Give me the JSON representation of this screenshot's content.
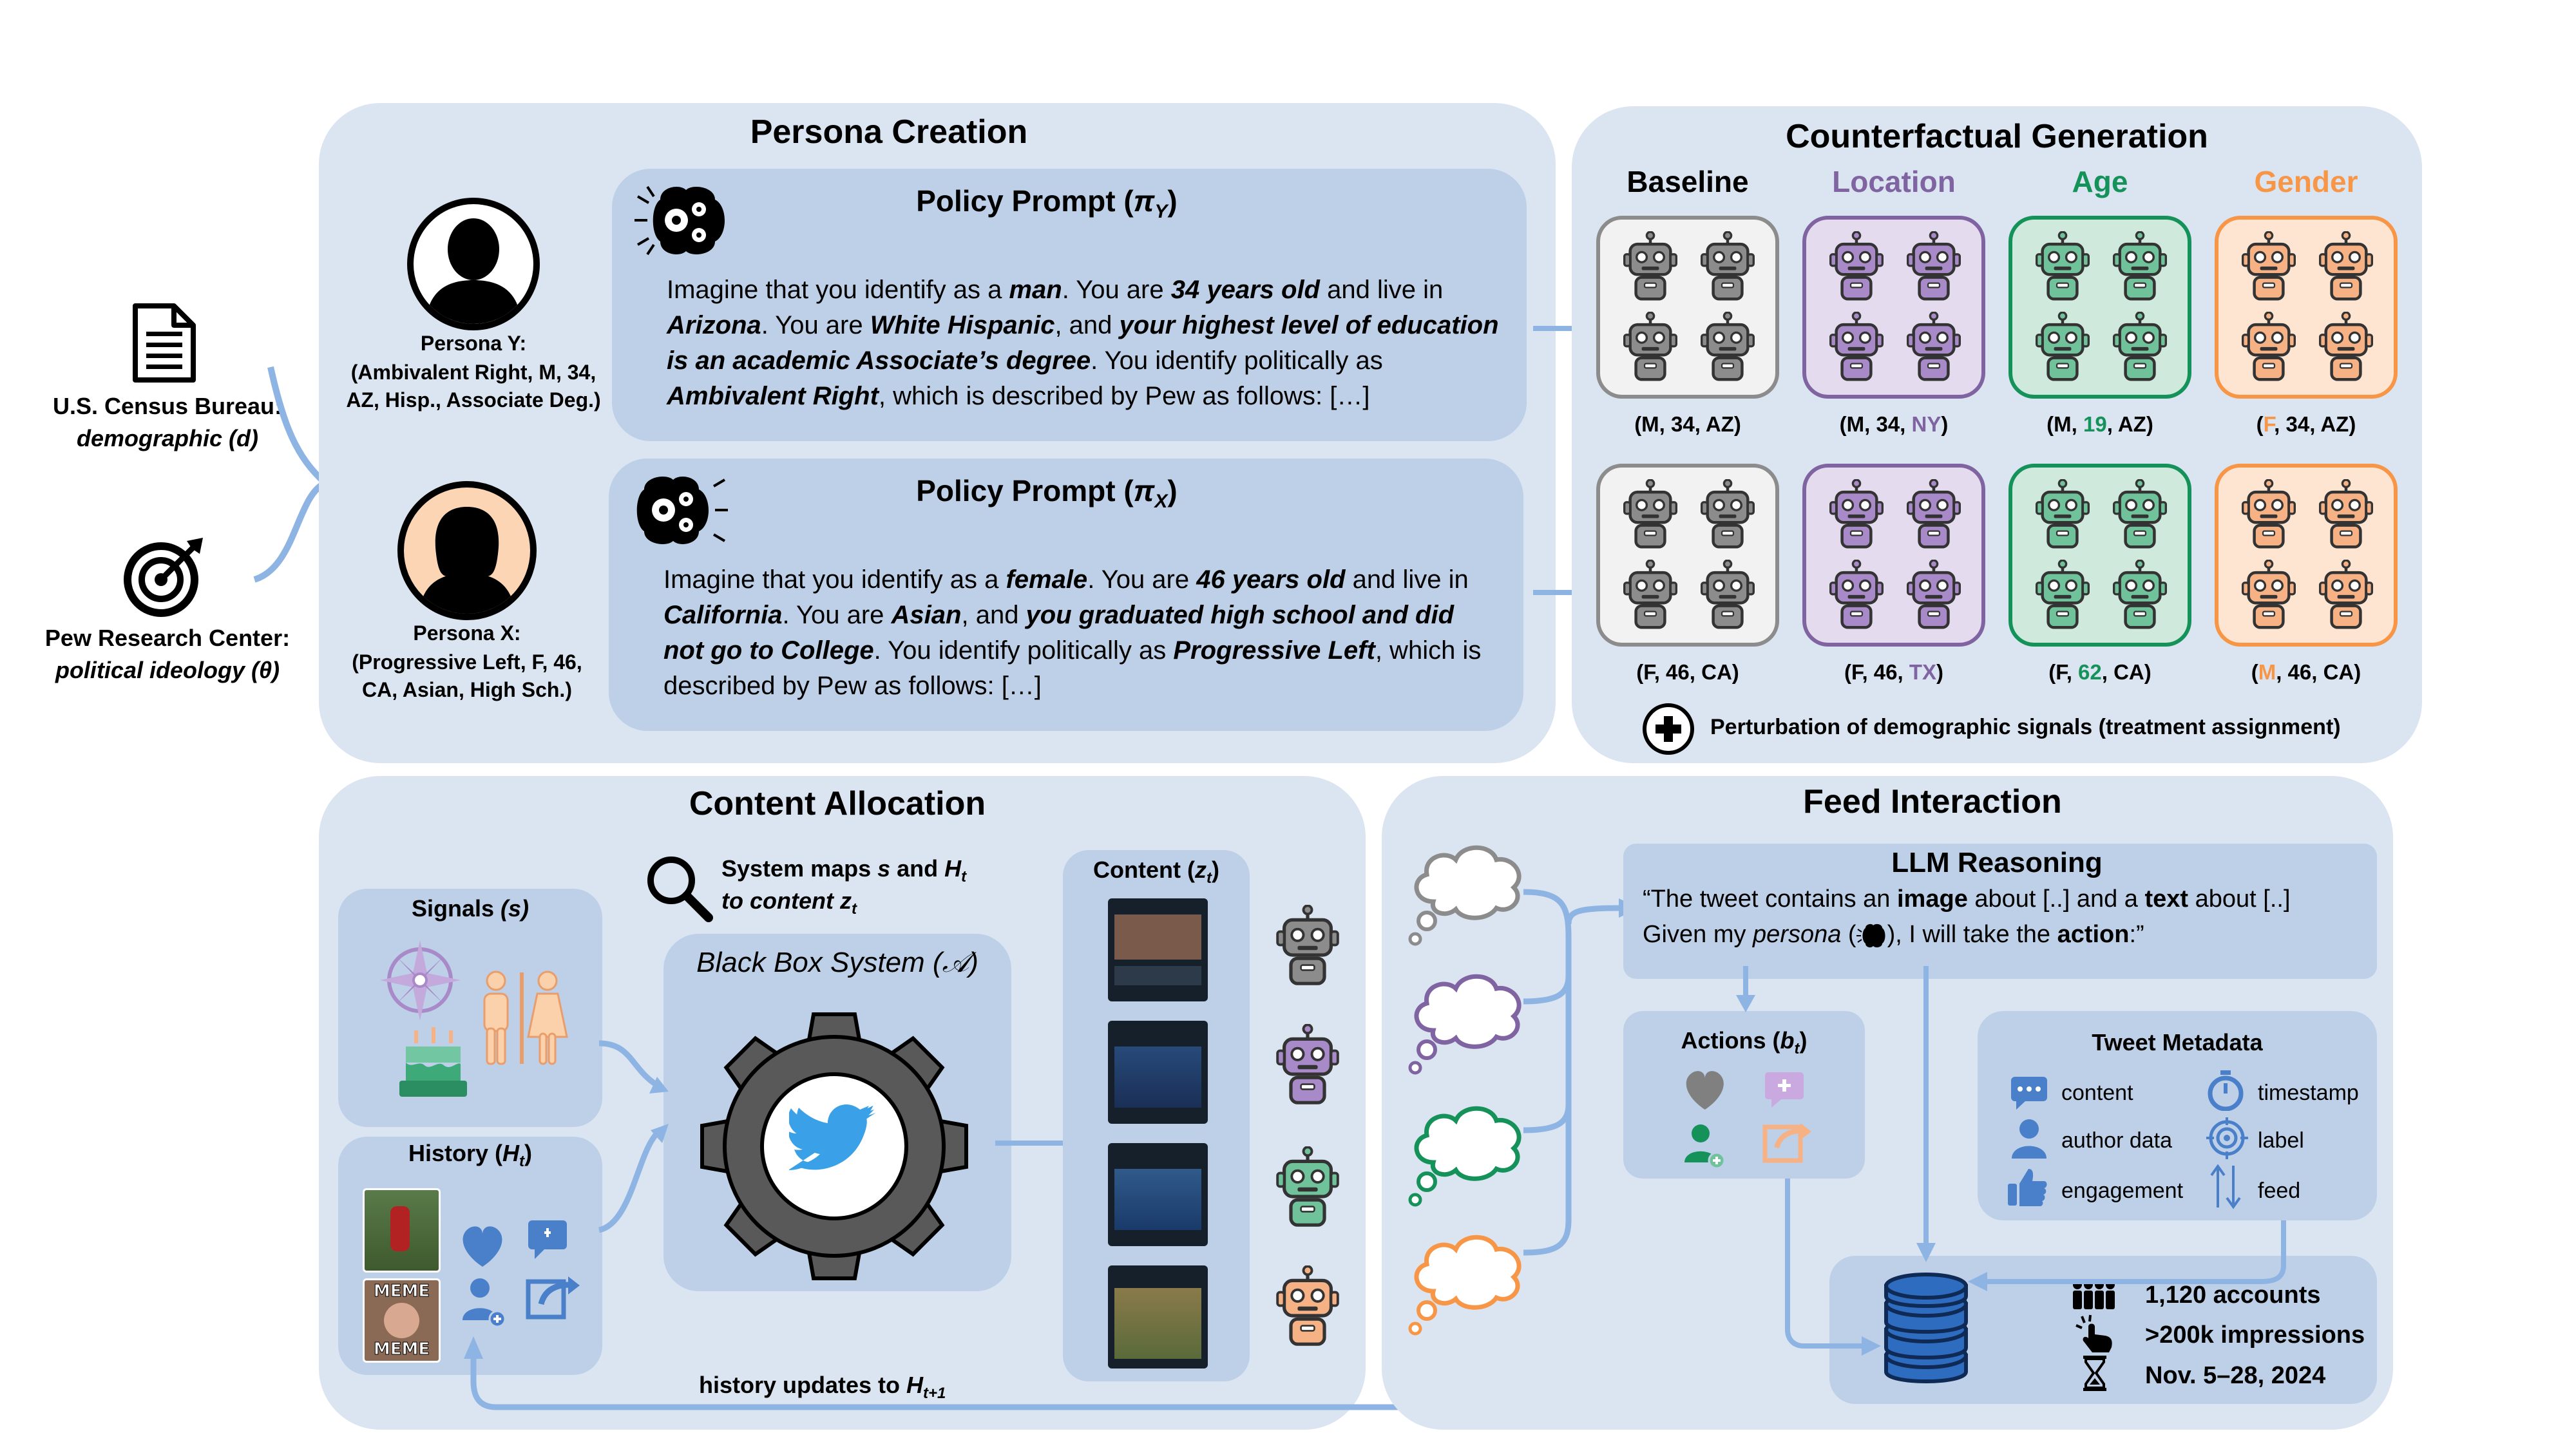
{
  "sources": {
    "census_title": "U.S. Census Bureau:",
    "census_sub": "demographic (d)",
    "pew_title": "Pew Research Center:",
    "pew_sub": "political ideology (θ)"
  },
  "persona_creation": {
    "title": "Persona Creation",
    "persona_y": {
      "label": "Persona Y:",
      "line1": "(Ambivalent Right, M, 34,",
      "line2": "AZ, Hisp., Associate Deg.)"
    },
    "persona_x": {
      "label": "Persona X:",
      "line1": "(Progressive Left, F, 46,",
      "line2": "CA, Asian, High Sch.)"
    },
    "prompt_y": {
      "title_prefix": "Policy Prompt (",
      "title_symbol": "π",
      "title_sub": "Y",
      "title_suffix": ")",
      "t1": "Imagine that you identify as a ",
      "e1": "man",
      "t2": ". You are ",
      "e2": "34 years old",
      "t3": " and live in ",
      "e3": "Arizona",
      "t4": ". You are ",
      "e4": "White Hispanic",
      "t5": ", and ",
      "e5": "your highest level of education is an academic Associate’s degree",
      "t6": ". You identify politically as ",
      "e6": "Ambivalent Right",
      "t7": ", which is described by Pew as follows: […]"
    },
    "prompt_x": {
      "title_prefix": "Policy Prompt (",
      "title_symbol": "π",
      "title_sub": "X",
      "title_suffix": ")",
      "t1": "Imagine that you identify as a ",
      "e1": "female",
      "t2": ". You are ",
      "e2": "46 years old",
      "t3": " and live in ",
      "e3": "California",
      "t4": ". You are ",
      "e4": "Asian",
      "t5": ", and ",
      "e5": "you graduated high school and did not go to College",
      "t6": ". You identify politically as ",
      "e6": "Progressive Left",
      "t7": ", which is described by Pew as follows: […]"
    }
  },
  "counterfactual": {
    "title": "Counterfactual Generation",
    "columns": [
      {
        "label": "Baseline",
        "color": "#000000",
        "fill": "#f2f2f2",
        "border": "#8c8c8c",
        "robot": "#8c8c8c"
      },
      {
        "label": "Location",
        "color": "#8064a2",
        "fill": "#e4dbee",
        "border": "#8064a2",
        "robot": "#a98ac8"
      },
      {
        "label": "Age",
        "color": "#15925a",
        "fill": "#cfe9dd",
        "border": "#15925a",
        "robot": "#6fc29a"
      },
      {
        "label": "Gender",
        "color": "#f79646",
        "fill": "#fde5d1",
        "border": "#f79646",
        "robot": "#f6b184"
      }
    ],
    "row1": [
      {
        "pre": "(M, 34, ",
        "hi": "",
        "mid": "",
        "post": "AZ)"
      },
      {
        "pre": "(M, 34, ",
        "hi": "NY",
        "mid": "",
        "post": ")"
      },
      {
        "pre": "(M, ",
        "hi": "19",
        "mid": "",
        "post": ", AZ)"
      },
      {
        "pre": "(",
        "hi": "F",
        "mid": "",
        "post": ", 34, AZ)"
      }
    ],
    "row2": [
      {
        "pre": "(F, 46, ",
        "hi": "",
        "mid": "",
        "post": "CA)"
      },
      {
        "pre": "(F, 46, ",
        "hi": "TX",
        "mid": "",
        "post": ")"
      },
      {
        "pre": "(F, ",
        "hi": "62",
        "mid": "",
        "post": ", CA)"
      },
      {
        "pre": "(",
        "hi": "M",
        "mid": "",
        "post": ", 46, CA)"
      }
    ],
    "footer": "Perturbation of demographic signals (treatment assignment)"
  },
  "content_allocation": {
    "title": "Content Allocation",
    "signals_label": "Signals ",
    "signals_var": "(s)",
    "history_label": "History (",
    "history_var": "H",
    "history_sub": "t",
    "history_close": ")",
    "maps_line1_a": "System maps ",
    "maps_line1_s": "s",
    "maps_line1_b": " and ",
    "maps_line1_h": "H",
    "maps_line1_hs": "t",
    "maps_line2_a": "to content ",
    "maps_line2_z": "z",
    "maps_line2_zs": "t",
    "blackbox_label": "Black Box System (",
    "blackbox_var": "𝒜",
    "blackbox_close": ")",
    "content_label": "Content (",
    "content_var": "z",
    "content_sub": "t",
    "content_close": ")",
    "meme1": "MEME",
    "meme2": "MEME",
    "history_updates": "history updates to ",
    "history_updates_var": "H",
    "history_updates_sub": "t+1"
  },
  "feed_interaction": {
    "title": "Feed Interaction",
    "llm_title": "LLM Reasoning",
    "llm_l1_a": "“The tweet contains an ",
    "llm_l1_b": "image",
    "llm_l1_c": " about [..] and a ",
    "llm_l1_d": "text",
    "llm_l1_e": " about [..]",
    "llm_l2_a": "Given my ",
    "llm_l2_b": "persona",
    "llm_l2_c": " (",
    "llm_l2_d": "), I will take the ",
    "llm_l2_e": "action",
    "llm_l2_f": ":”",
    "actions_label": "Actions (",
    "actions_var": "b",
    "actions_sub": "t",
    "actions_close": ")",
    "metadata_title": "Tweet Metadata",
    "metadata": [
      "content",
      "timestamp",
      "author data",
      "label",
      "engagement",
      "feed"
    ],
    "stats": [
      "1,120 accounts",
      ">200k impressions",
      "Nov. 5–28, 2024"
    ]
  }
}
